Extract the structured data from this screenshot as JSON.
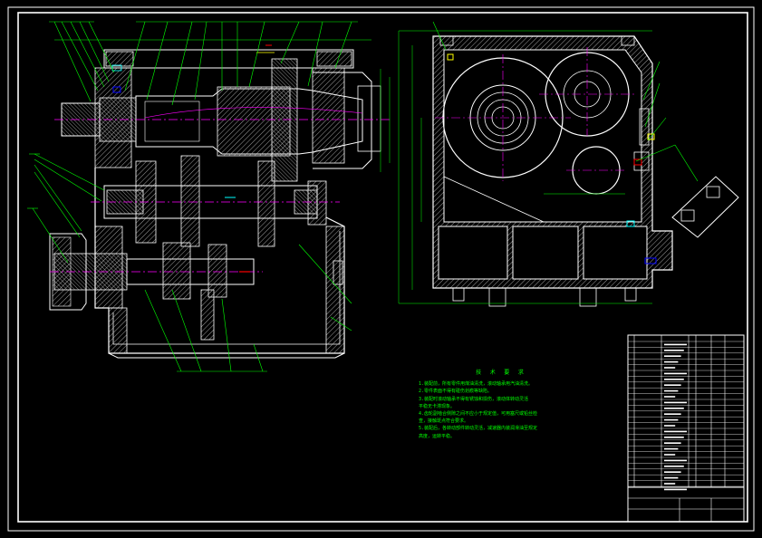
{
  "drawing": {
    "technical_notes": {
      "title": "技 术 要 求",
      "lines": [
        "1.装配前，所有零件用煤油清洗，滚动轴承用汽油清洗。",
        "2.零件表面不得有碰伤划痕等缺陷。",
        "3.装配时滚动轴承不得有锈蚀和损伤，滚动体转动灵活",
        "平稳无卡滞现象。",
        "4.齿轮副啮合侧隙之间不应小于规定值，可用塞尺或铅丝检",
        "查，接触斑点符合要求。",
        "5.装配后，各转动部件转动灵活，减速器内装润滑油至规定",
        "高度，运转平稳。"
      ]
    },
    "colors": {
      "background": "#000000",
      "frame": "#ffffff",
      "section_outline": "#ffffff",
      "hatch": "#c8c8c8",
      "leader": "#00ff00",
      "centerline": "#ff00ff",
      "accent_red": "#ff0000",
      "accent_yellow": "#ffff00",
      "accent_cyan": "#00ffff",
      "accent_blue": "#0000ff",
      "notes_text": "#00ff00"
    }
  }
}
